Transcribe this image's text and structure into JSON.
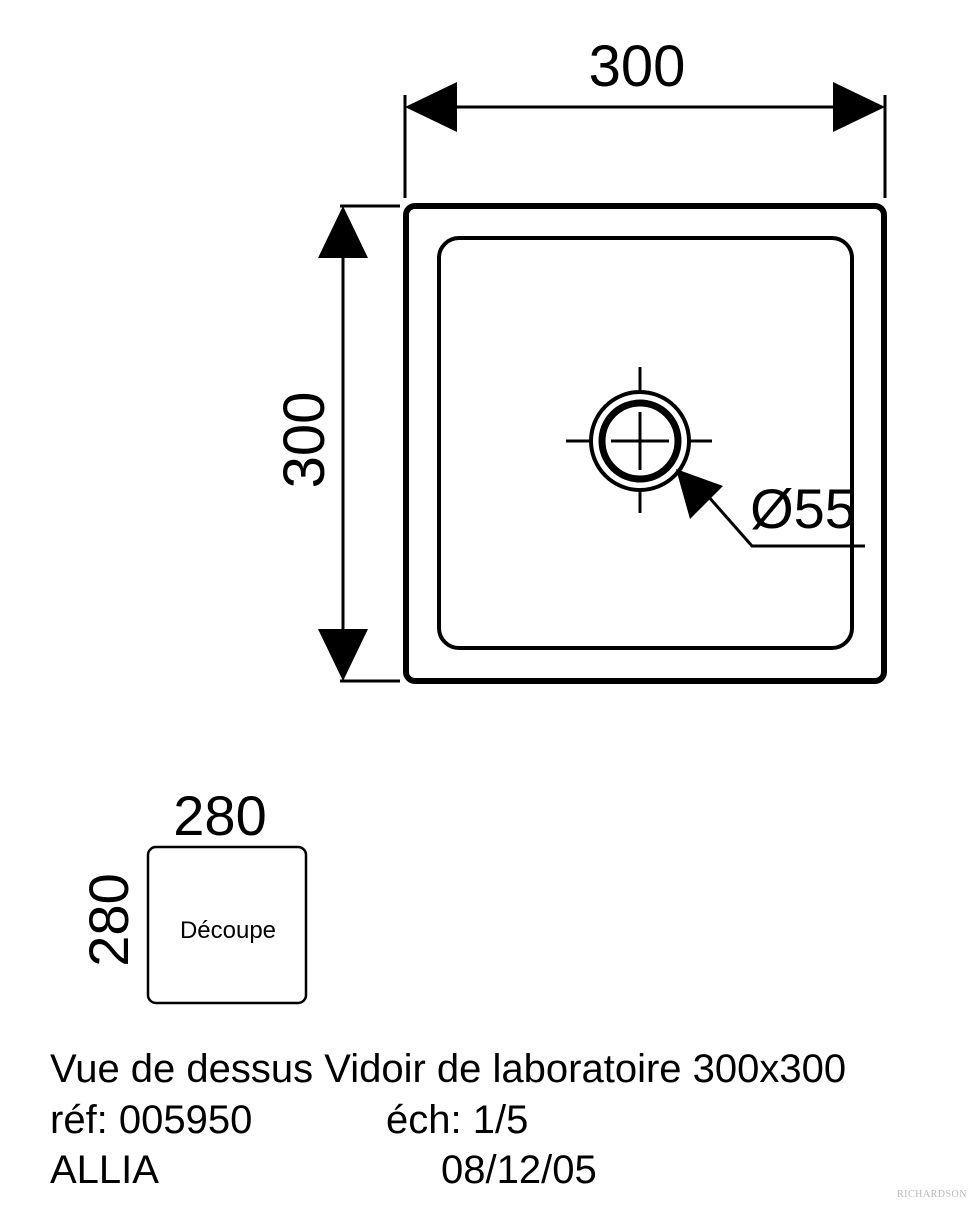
{
  "top_view": {
    "width_label": "300",
    "height_label": "300",
    "drain_label": "Ø55"
  },
  "cutout": {
    "width_label": "280",
    "height_label": "280",
    "label": "Découpe"
  },
  "caption": {
    "line1": "Vue de dessus Vidoir de laboratoire 300x300",
    "ref": "réf: 005950",
    "scale": "éch: 1/5",
    "brand": "ALLIA",
    "date": "08/12/05"
  },
  "watermark": "RICHARDSON"
}
